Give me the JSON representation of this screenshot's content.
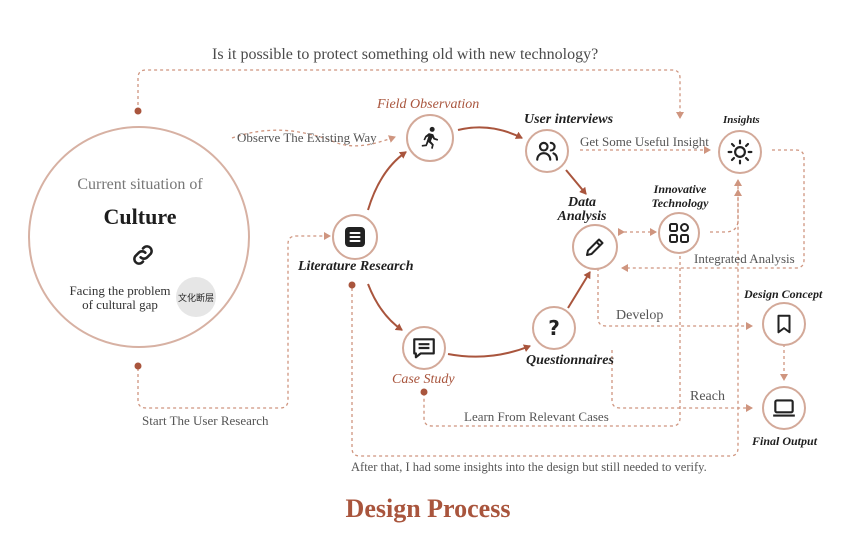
{
  "question": "Is it possible to protect something old with new technology?",
  "culture_circle": {
    "line1": "Current situation of",
    "title": "Culture",
    "problem_line1": "Facing the problem",
    "problem_line2": "of cultural gap",
    "stamp_text": "文化断层"
  },
  "nodes": {
    "field_observation": "Field Observation",
    "literature_research": "Literature Research",
    "case_study": "Case Study",
    "user_interviews": "User interviews",
    "data_analysis_line1": "Data",
    "data_analysis_line2": "Analysis",
    "questionnaires": "Questionnaires",
    "innovative_line1": "Innovative",
    "innovative_line2": "Technology",
    "insights": "Insights",
    "design_concept": "Design Concept",
    "final_output": "Final Output"
  },
  "edges": {
    "observe": "Observe The Existing Way",
    "get_insight": "Get Some Useful Insight",
    "integrated": "Integrated Analysis",
    "develop": "Develop",
    "reach": "Reach",
    "learn": "Learn From Relevant Cases",
    "start": "Start The User Research",
    "after": "After that, I had some insights into the design but still needed to verify."
  },
  "title": "Design Process",
  "colors": {
    "accent": "#a9553d",
    "dashed": "#cf957f",
    "node_border": "#d3a999"
  },
  "icons": [
    "link-icon",
    "runner-icon",
    "list-icon",
    "chat-icon",
    "users-icon",
    "pencil-icon",
    "question-icon",
    "grid-icon",
    "sun-icon",
    "bookmark-icon",
    "laptop-icon"
  ]
}
